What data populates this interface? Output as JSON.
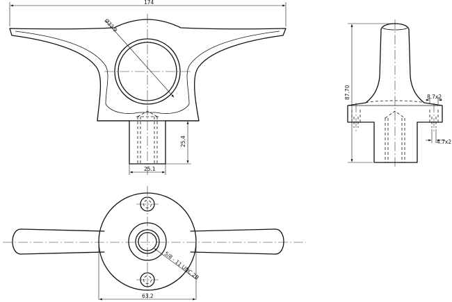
{
  "dimensions": {
    "overall_width": "174",
    "hole_diameter": "Ø33.9",
    "overall_height": "87.70",
    "boss_width": "25.1",
    "boss_height": "25.4",
    "small_hole_a": "8.7x2",
    "small_hole_b": "4.7x2",
    "base_diameter": "63.2",
    "thread_callout": "5/8 - 11 UNC 2B"
  },
  "colors": {
    "line": "#111111",
    "background": "#ffffff"
  }
}
